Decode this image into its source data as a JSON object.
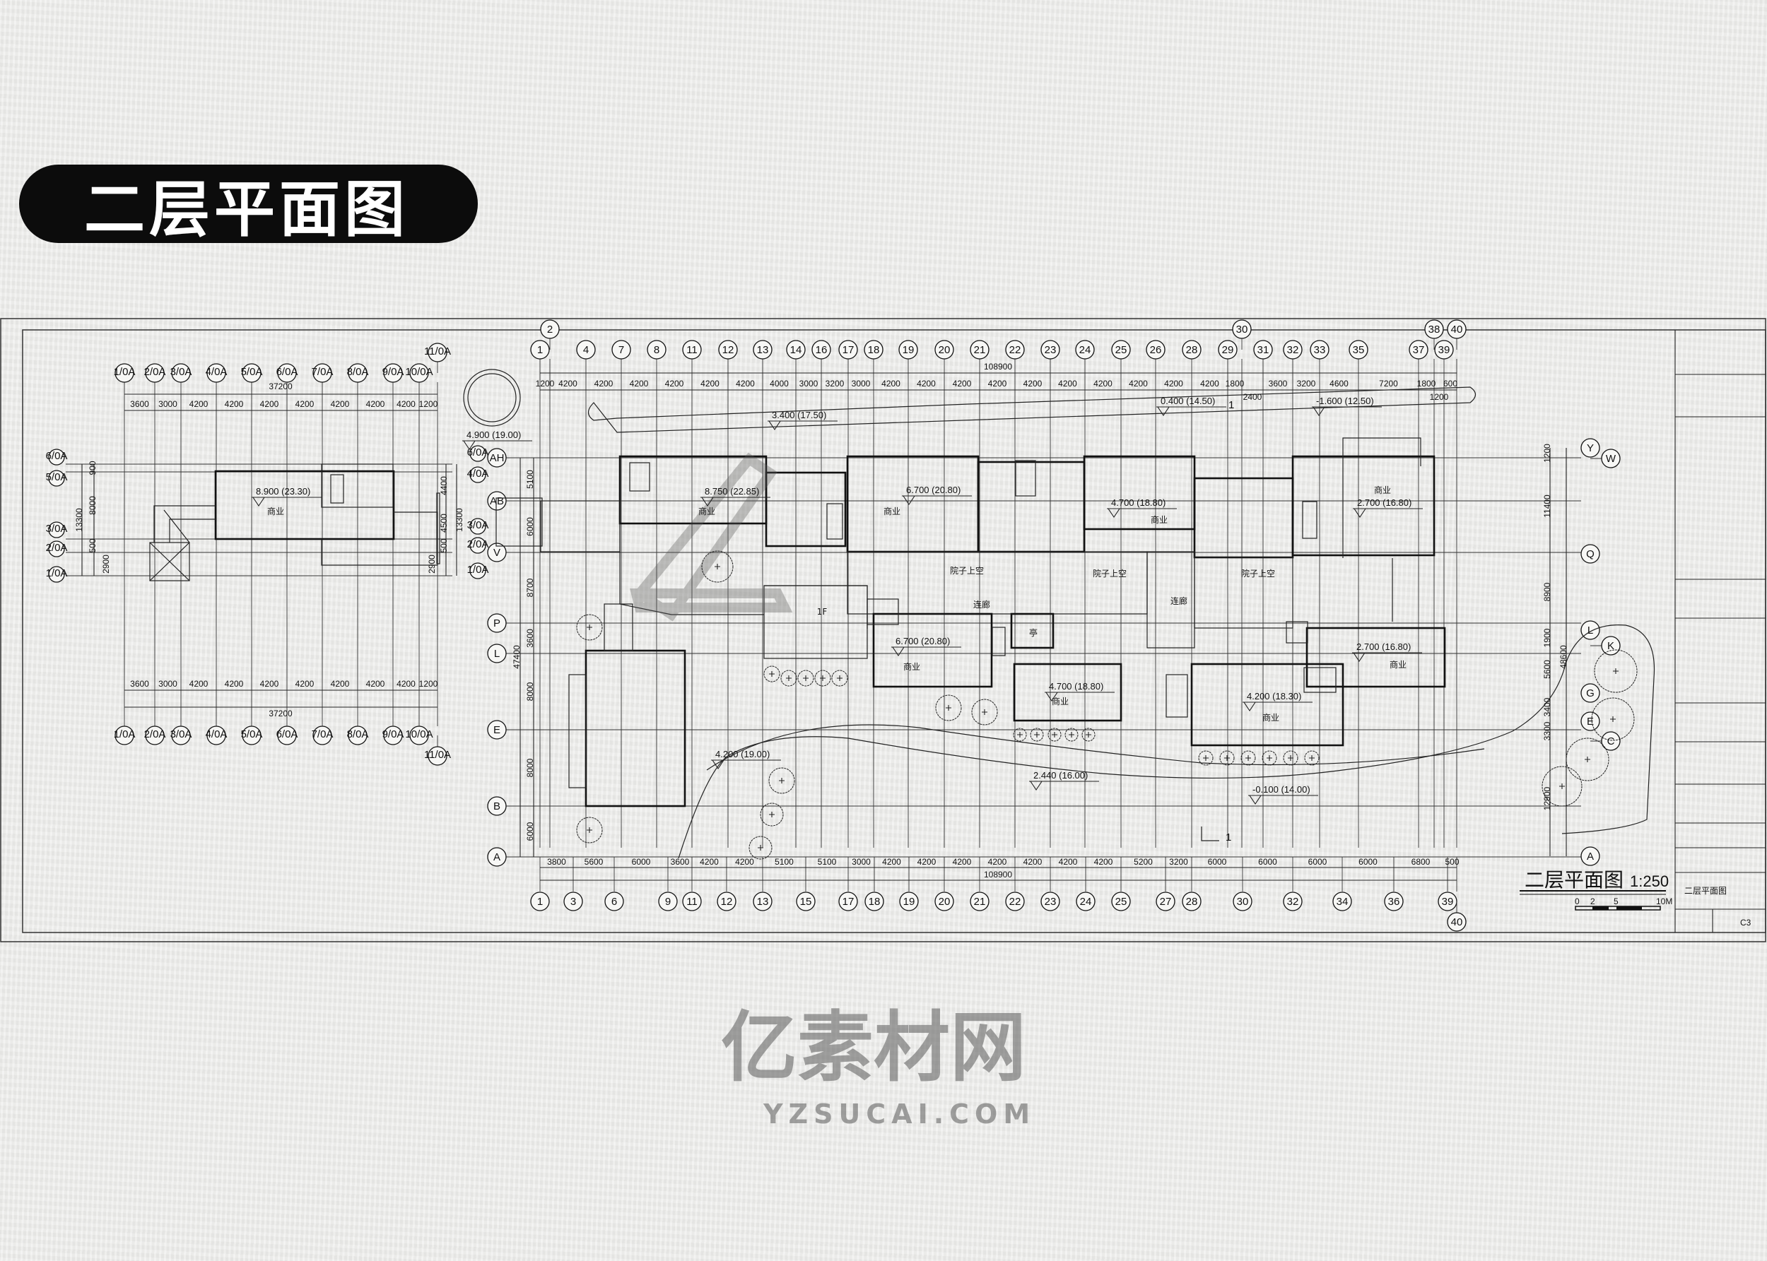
{
  "title_badge": "二层平面图",
  "watermark": {
    "cn": "亿素材网",
    "en": "YZSUCAI.COM"
  },
  "drawing": {
    "title": "二层平面图",
    "scale": "1:250",
    "scale_bar": [
      "0",
      "2",
      "5",
      "10M"
    ],
    "title_block": {
      "drawing_name": "二层平面图",
      "sheet": "C3"
    },
    "left_building": {
      "axes_top": [
        "1/0A",
        "2/0A",
        "3/0A",
        "4/0A",
        "5/0A",
        "6/0A",
        "7/0A",
        "8/0A",
        "9/0A",
        "10/0A",
        "11/0A"
      ],
      "total_width": "37200",
      "spans": [
        "3600",
        "3000",
        "4200",
        "4200",
        "4200",
        "4200",
        "4200",
        "4200",
        "4200",
        "1200"
      ],
      "axes_left": [
        "6/0A",
        "5/0A",
        "3/0A",
        "2/0A",
        "1/0A"
      ],
      "left_spans": [
        "900",
        "8000",
        "500",
        "2900"
      ],
      "total_depth": "13300",
      "axes_right": [
        "6/0A",
        "4/0A",
        "3/0A",
        "2/0A",
        "1/0A"
      ],
      "right_spans": [
        "4400",
        "4500",
        "500",
        "2900"
      ]
    },
    "main_building": {
      "axes_top": [
        "1",
        "2",
        "4",
        "7",
        "8",
        "11",
        "12",
        "13",
        "14",
        "16",
        "17",
        "18",
        "19",
        "20",
        "21",
        "22",
        "23",
        "24",
        "25",
        "26",
        "28",
        "29",
        "30",
        "31",
        "32",
        "33",
        "35",
        "37",
        "38",
        "39",
        "40"
      ],
      "top_spans": [
        "1200",
        "4200",
        "4200",
        "4200",
        "4200",
        "4200",
        "4200",
        "4000",
        "3000",
        "3200",
        "3000",
        "4200",
        "4200",
        "4200",
        "4200",
        "4200",
        "4200",
        "4200",
        "4200",
        "4200",
        "4200",
        "1800",
        "2400",
        "3600",
        "3200",
        "4600",
        "7200",
        "1800",
        "1200",
        "600"
      ],
      "total_width": "108900",
      "axes_bottom": [
        "1",
        "3",
        "6",
        "9",
        "11",
        "12",
        "13",
        "15",
        "17",
        "18",
        "19",
        "20",
        "21",
        "22",
        "23",
        "24",
        "25",
        "27",
        "28",
        "30",
        "32",
        "34",
        "36",
        "39",
        "40"
      ],
      "bottom_spans": [
        "3800",
        "5600",
        "6000",
        "3600",
        "4200",
        "4200",
        "5100",
        "5100",
        "3000",
        "4200",
        "4200",
        "4200",
        "4200",
        "4200",
        "4200",
        "4200",
        "5200",
        "3200",
        "6000",
        "6000",
        "6000",
        "6000",
        "6800",
        "500"
      ],
      "axes_left": [
        "AH",
        "AB",
        "V",
        "P",
        "L",
        "E",
        "B",
        "A"
      ],
      "left_spans": [
        "5100",
        "6000",
        "8700",
        "3600",
        "8000",
        "8000",
        "6000"
      ],
      "left_total": "47400",
      "axes_right": [
        "Y",
        "W",
        "Q",
        "L",
        "K",
        "G",
        "E",
        "C",
        "A"
      ],
      "right_spans": [
        "1200",
        "11400",
        "8900",
        "1900",
        "5600",
        "3400",
        "3300",
        "12900"
      ],
      "right_total": "48600"
    },
    "elevations": [
      "4.900 (19.00)",
      "3.400 (17.50)",
      "0.400 (14.50)",
      "-1.600 (12.50)",
      "8.900 (23.30)",
      "8.750 (22.85)",
      "6.700 (20.80)",
      "4.700 (18.80)",
      "2.700 (16.80)",
      "6.700 (20.80)",
      "4.700 (18.80)",
      "4.200 (18.30)",
      "2.700 (16.80)",
      "4.200 (19.00)",
      "2.440 (16.00)",
      "-0.100 (14.00)"
    ],
    "rooms": [
      "商业",
      "商业",
      "商业",
      "商业",
      "商业",
      "商业",
      "商业",
      "商业",
      "商业",
      "院子上空",
      "院子上空",
      "院子上空",
      "连廊",
      "连廊",
      "亭",
      "1F"
    ],
    "section_marks": [
      "1",
      "1"
    ]
  }
}
